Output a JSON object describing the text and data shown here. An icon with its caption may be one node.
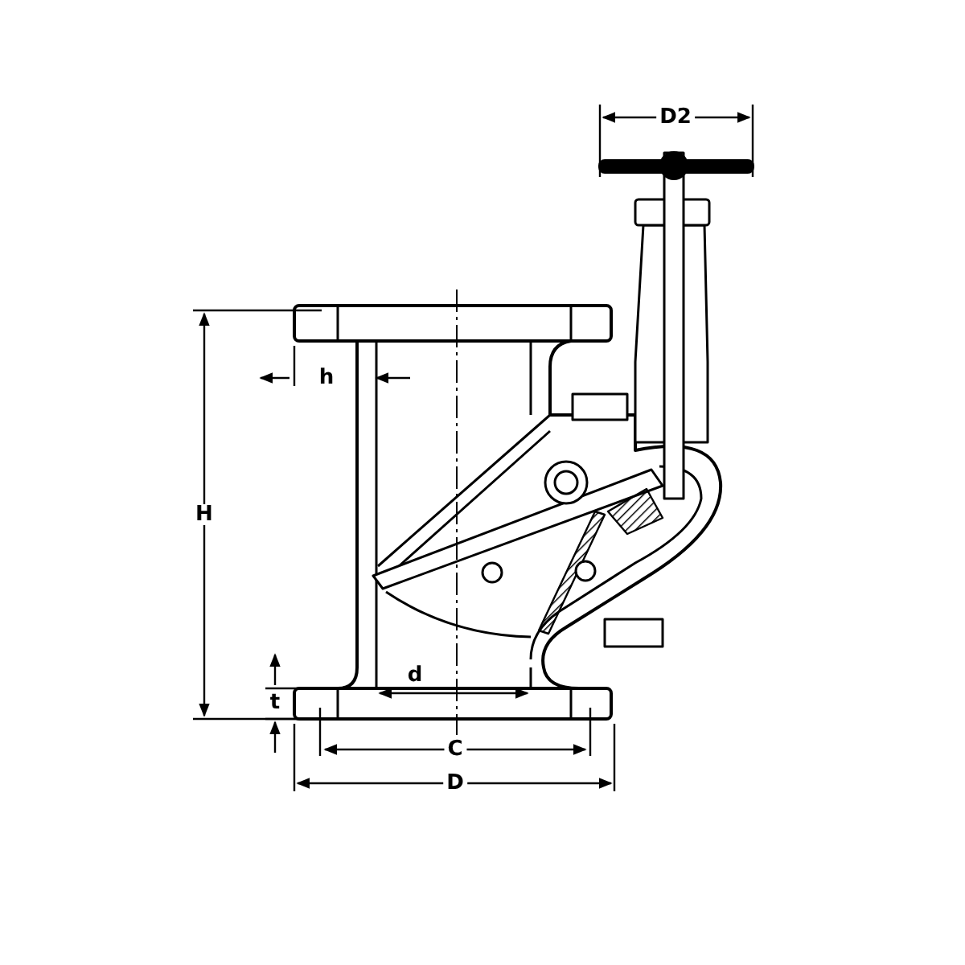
{
  "diagram": {
    "labels": [
      "D2",
      "h",
      "H",
      "t",
      "d",
      "C",
      "D"
    ]
  }
}
